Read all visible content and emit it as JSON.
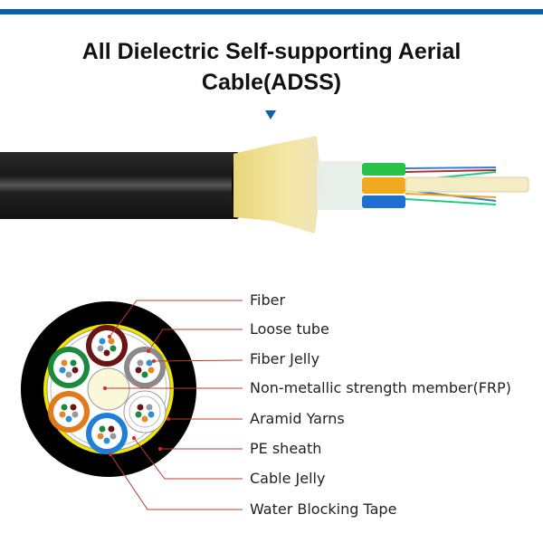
{
  "header": {
    "title_line1": "All Dielectric Self-supporting Aerial",
    "title_line2": "Cable(ADSS)"
  },
  "colors": {
    "accent": "#0c5fa8",
    "leader_line": "#c0392b",
    "sheath": "#000000",
    "aramid": "#f2e600"
  },
  "cross_section": {
    "labels": [
      {
        "id": "fiber",
        "text": "Fiber"
      },
      {
        "id": "loose-tube",
        "text": "Loose tube"
      },
      {
        "id": "fiber-jelly",
        "text": "Fiber Jelly"
      },
      {
        "id": "frp",
        "text": "Non-metallic strength member(FRP)"
      },
      {
        "id": "aramid-yarns",
        "text": "Aramid Yarns"
      },
      {
        "id": "pe-sheath",
        "text": "PE sheath"
      },
      {
        "id": "cable-jelly",
        "text": "Cable Jelly"
      },
      {
        "id": "water-blocking-tape",
        "text": "Water Blocking Tape"
      }
    ],
    "tubes": [
      "brown",
      "gray",
      "white",
      "blue",
      "orange",
      "green"
    ]
  }
}
